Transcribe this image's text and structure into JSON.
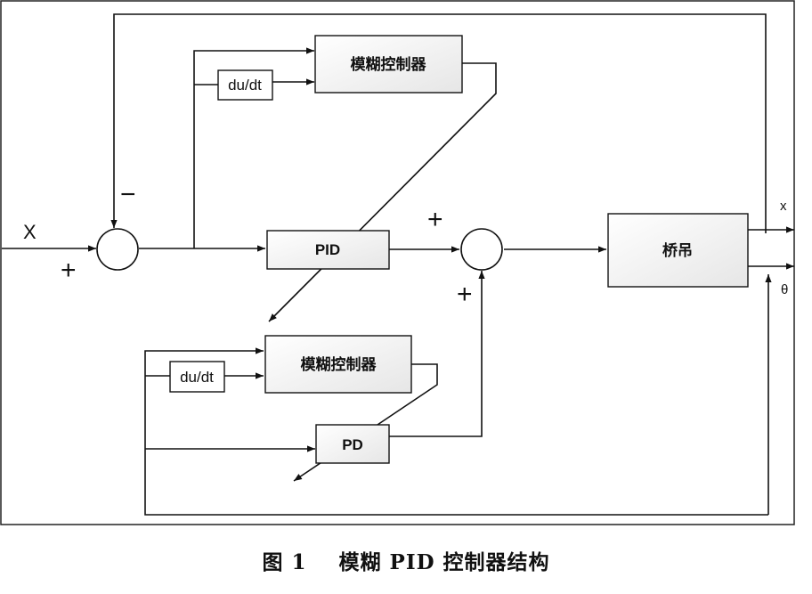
{
  "blocks": {
    "fuzzy_controller_top": "模糊控制器",
    "du_dt_top": "du/dt",
    "pid": "PID",
    "crane": "桥吊",
    "fuzzy_controller_bottom": "模糊控制器",
    "du_dt_bottom": "du/dt",
    "pd": "PD"
  },
  "signals": {
    "input": "X",
    "output_x": "x",
    "output_theta": "θ"
  },
  "signs": {
    "sum1_plus": "+",
    "sum1_minus": "−",
    "sum2_top_plus": "+",
    "sum2_bottom_plus": "+"
  },
  "caption": {
    "number": "图 1",
    "title": "模糊 PID 控制器结构"
  }
}
